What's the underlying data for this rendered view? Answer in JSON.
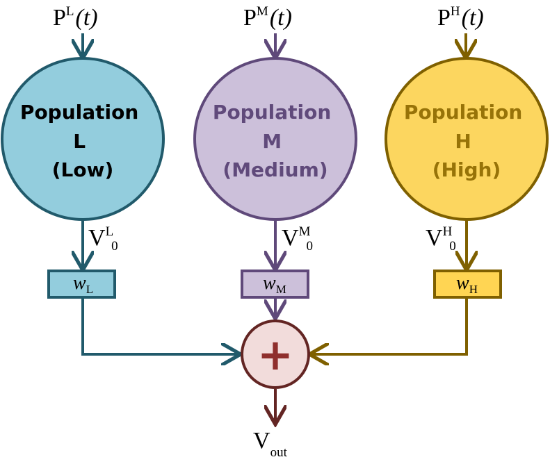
{
  "colors": {
    "low_fill": "#93cddd",
    "low_stroke": "#215a6b",
    "medium_fill": "#ccc0da",
    "medium_stroke": "#5f497a",
    "medium_text": "#604a7b",
    "high_fill": "#fcd65f",
    "high_stroke": "#7f6000",
    "high_text": "#977308",
    "sum_fill": "#f2dcdb",
    "sum_stroke": "#632523",
    "sum_symbol": "#8f2f2d",
    "weight_low_fill": "#93cddd",
    "weight_medium_fill": "#ccc0da",
    "weight_high_fill": "#ffd553"
  },
  "inputs": {
    "low": {
      "base": "P",
      "sup": "L",
      "arg": "(t)"
    },
    "medium": {
      "base": "P",
      "sup": "M",
      "arg": "(t)"
    },
    "high": {
      "base": "P",
      "sup": "H",
      "arg": "(t)"
    }
  },
  "populations": {
    "low": {
      "line1": "Population",
      "line2": "L",
      "line3": "(Low)"
    },
    "medium": {
      "line1": "Population",
      "line2": "M",
      "line3": "(Medium)"
    },
    "high": {
      "line1": "Population",
      "line2": "H",
      "line3": "(High)"
    }
  },
  "voltages": {
    "low": {
      "base": "V",
      "sup": "L",
      "sub": "0"
    },
    "medium": {
      "base": "V",
      "sup": "M",
      "sub": "0"
    },
    "high": {
      "base": "V",
      "sup": "H",
      "sub": "0"
    }
  },
  "weights": {
    "low": {
      "base": "w",
      "sub": "L"
    },
    "medium": {
      "base": "w",
      "sub": "M"
    },
    "high": {
      "base": "w",
      "sub": "H"
    }
  },
  "summation": {
    "symbol": "+"
  },
  "output": {
    "base": "V",
    "sub": "out"
  }
}
